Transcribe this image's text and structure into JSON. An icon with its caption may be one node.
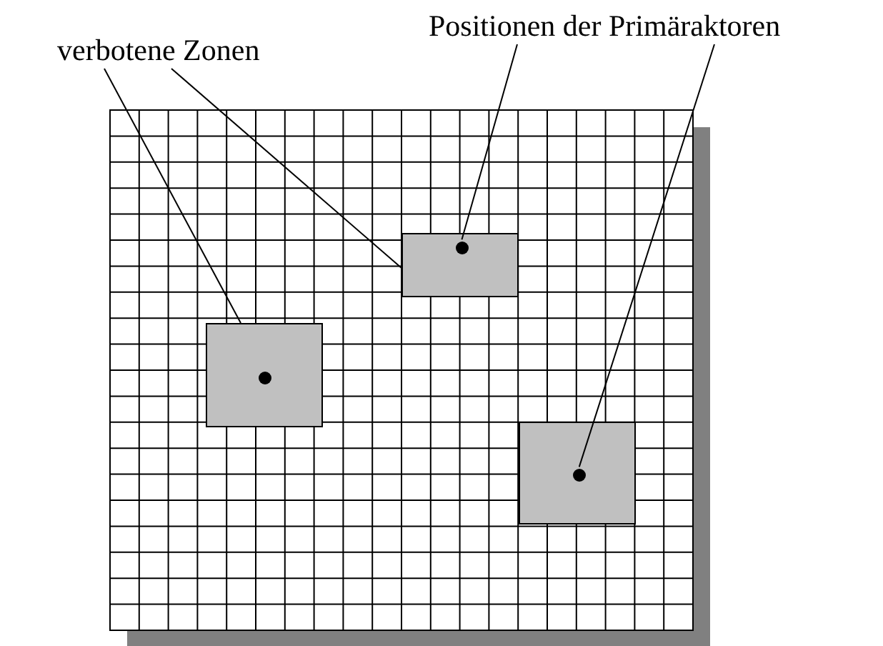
{
  "diagram": {
    "nodes": [
      {
        "text": [
          "verbotene Zonen"
        ]
      },
      {
        "text": [
          "Positionen der Primäraktoren"
        ]
      },
      {
        "text": [],
        "shape": "box"
      },
      {
        "text": [],
        "shape": "box"
      },
      {
        "text": [],
        "shape": "box"
      },
      {
        "text": [],
        "shape": "circle",
        "in": 2
      },
      {
        "text": [],
        "shape": "circle",
        "in": 3
      },
      {
        "text": [],
        "shape": "circle",
        "in": 4
      }
    ],
    "edges": [
      {
        "from": 0,
        "to": 2,
        "arrow": "none"
      },
      {
        "from": 0,
        "to": 3,
        "arrow": "none"
      },
      {
        "from": 1,
        "to": 6,
        "arrow": "none"
      },
      {
        "from": 1,
        "to": 7,
        "arrow": "none"
      }
    ]
  }
}
